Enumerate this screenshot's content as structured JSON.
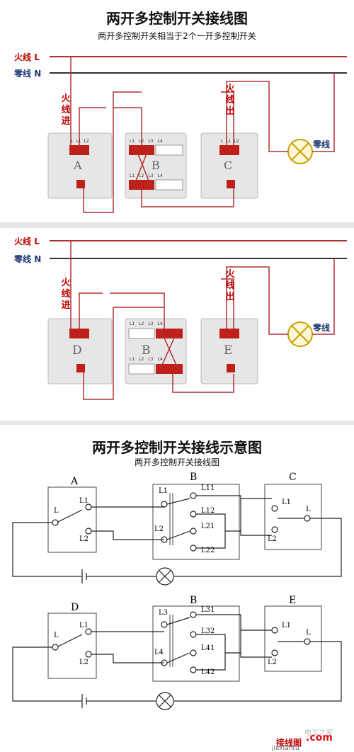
{
  "panel1": {
    "title": "两开多控制开关接线图",
    "subtitle": "两开多控制开关相当于2个一开多控制开关",
    "live_label": "火线",
    "live_letter": "L",
    "neutral_label": "零线",
    "neutral_letter": "N",
    "fire_in": [
      "火",
      "线",
      "进"
    ],
    "fire_out": [
      "火",
      "线",
      "出"
    ],
    "lamp_neutral": "零线",
    "switches": [
      "A",
      "B",
      "C"
    ],
    "b_top_terminals": [
      "L1",
      "L2",
      "L3",
      "L4"
    ],
    "b_bottom_terminals": [
      "L1",
      "L2",
      "L3",
      "L4"
    ],
    "a_terminals": [
      "L",
      "L1",
      "L2"
    ],
    "c_terminals": [
      "L",
      "L1",
      "L2"
    ]
  },
  "panel2": {
    "live_label": "火线",
    "live_letter": "L",
    "neutral_label": "零线",
    "neutral_letter": "N",
    "fire_in": [
      "火",
      "线",
      "进"
    ],
    "fire_out": [
      "火",
      "线",
      "出"
    ],
    "lamp_neutral": "零线",
    "switches": [
      "D",
      "B",
      "E"
    ],
    "b_top_terminals": [
      "L1",
      "L2",
      "L3",
      "L4"
    ],
    "b_bottom_terminals": [
      "L1",
      "L2",
      "L3",
      "L4"
    ]
  },
  "panel3": {
    "title": "两开多控制开关接线示意图",
    "subtitle": "两开多控制开关接线图",
    "top": {
      "left_box": "A",
      "mid_box": "B",
      "right_box": "C",
      "left_terms": [
        "L",
        "L1",
        "L2"
      ],
      "mid_left_terms": [
        "L1",
        "L2"
      ],
      "mid_right_terms": [
        "L11",
        "L12",
        "L21",
        "L22"
      ],
      "right_terms": [
        "L1",
        "L",
        "L2"
      ]
    },
    "bottom": {
      "left_box": "D",
      "mid_box": "B",
      "right_box": "E",
      "left_terms": [
        "L",
        "L1",
        "L2"
      ],
      "mid_left_terms": [
        "L3",
        "L4"
      ],
      "mid_right_terms": [
        "L31",
        "L32",
        "L41",
        "L42"
      ],
      "right_terms": [
        "L1",
        "L",
        "L2"
      ]
    }
  },
  "watermark": {
    "site_cn": "接线图",
    "site_en": "jiexiantu",
    "dot_com": ".com",
    "faint": "电工之家"
  },
  "colors": {
    "live_wire": "#b03030",
    "neutral_wire": "#1f3a73",
    "terminal_red": "#c0201a",
    "switch_body": "#e8e8e8"
  }
}
